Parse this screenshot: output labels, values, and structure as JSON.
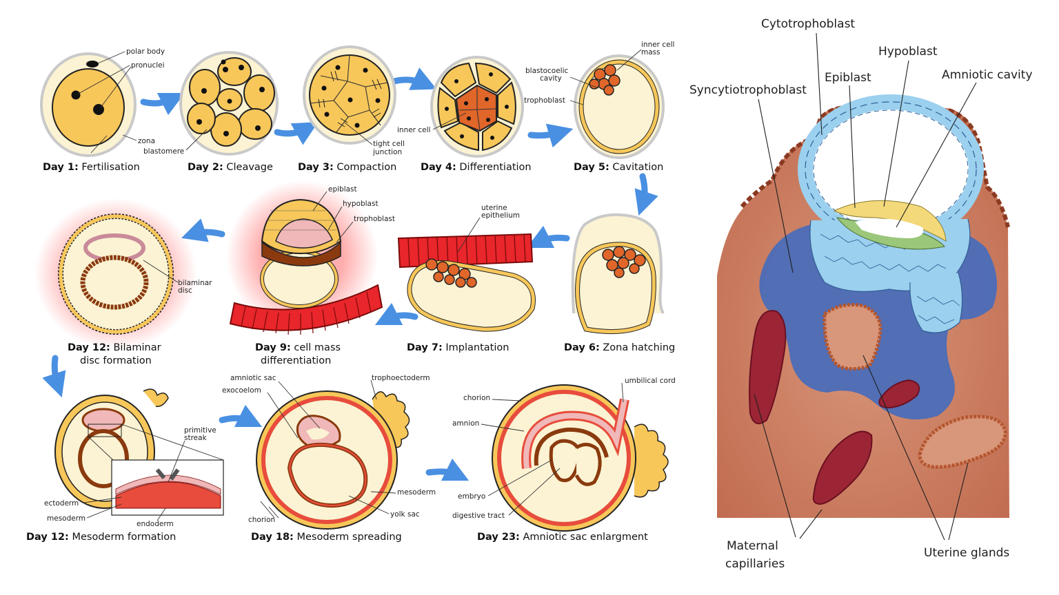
{
  "stages": [
    {
      "day": "Day 1:",
      "name": "Fertilisation"
    },
    {
      "day": "Day 2:",
      "name": "Cleavage"
    },
    {
      "day": "Day 3:",
      "name": "Compaction"
    },
    {
      "day": "Day 4:",
      "name": "Differentiation"
    },
    {
      "day": "Day 5:",
      "name": "Cavitation"
    },
    {
      "day": "Day 6:",
      "name": "Zona hatching"
    },
    {
      "day": "Day 7:",
      "name": "Implantation"
    },
    {
      "day": "Day 9:",
      "name": "cell mass",
      "name2": "differentiation"
    },
    {
      "day": "Day 12:",
      "name": "Bilaminar",
      "name2": "disc formation"
    },
    {
      "day": "Day 12:",
      "name": "Mesoderm formation"
    },
    {
      "day": "Day 18:",
      "name": "Mesoderm spreading"
    },
    {
      "day": "Day 23:",
      "name": "Amniotic sac enlargment"
    }
  ],
  "labels": {
    "polar_body": "polar body",
    "pronuclei": "pronuclei",
    "zona": "zona",
    "blastomere": "blastomere",
    "tight_cell_1": "tight cell",
    "tight_cell_2": "junction",
    "inner_cell": "inner cell",
    "inner_cell_mass_1": "inner cell",
    "inner_cell_mass_2": "mass",
    "blastocoelic_1": "blastocoelic",
    "blastocoelic_2": "cavity",
    "trophoblast": "trophoblast",
    "epiblast": "epiblast",
    "hypoblast": "hypoblast",
    "uterine_1": "uterine",
    "uterine_2": "epithelium",
    "bilaminar_1": "bilaminar",
    "bilaminar_2": "disc",
    "primitive_1": "primitive",
    "primitive_2": "streak",
    "ectoderm": "ectoderm",
    "mesoderm": "mesoderm",
    "endoderm": "endoderm",
    "amniotic_sac": "amniotic sac",
    "exocoelom": "exocoelom",
    "trophoectoderm": "trophoectoderm",
    "chorion": "chorion",
    "yolk_sac": "yolk sac",
    "umbilical_cord": "umbilical cord",
    "amnion": "amnion",
    "embryo": "embryo",
    "digestive_tract": "digestive tract"
  },
  "right_panel": {
    "cytotrophoblast": "Cytotrophoblast",
    "hypoblast": "Hypoblast",
    "epiblast": "Epiblast",
    "syncytiotrophoblast": "Syncytiotrophoblast",
    "amniotic_cavity": "Amniotic cavity",
    "maternal_1": "Maternal",
    "maternal_2": "capillaries",
    "uterine_glands": "Uterine glands"
  },
  "colors": {
    "cell_fill": "#f7c75a",
    "zona_fill": "#fbf3d3",
    "zona_stroke": "#c9c9c9",
    "inner_mass": "#e0662a",
    "arrow": "#4a90e2",
    "uterine_red": "#e8262b",
    "tissue": "#cc7a5e",
    "syncytio_blue": "#4b6db8",
    "cyto_blue": "#9bd0ee",
    "capillary": "#9b2535"
  }
}
